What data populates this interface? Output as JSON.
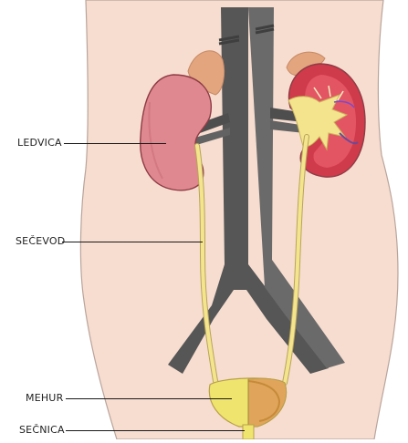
{
  "labels": {
    "kidney": "LEDVICA",
    "ureter": "SEČEVOD",
    "bladder": "MEHUR",
    "urethra": "SEČNICA"
  },
  "colors": {
    "skin": "#f7ddd0",
    "skin_outline": "#b9a49b",
    "vessel": "#5a5a5a",
    "vessel_shadow": "#3f3f3f",
    "kidney": "#e0888f",
    "kidney_outline": "#8e3c46",
    "kidney_cortex": "#cf3b4a",
    "adrenal": "#e2a57e",
    "ureter": "#f4e48e",
    "bladder": "#efe56e",
    "bladder_inner": "#e0a55a",
    "leader": "#1a1a1a"
  }
}
